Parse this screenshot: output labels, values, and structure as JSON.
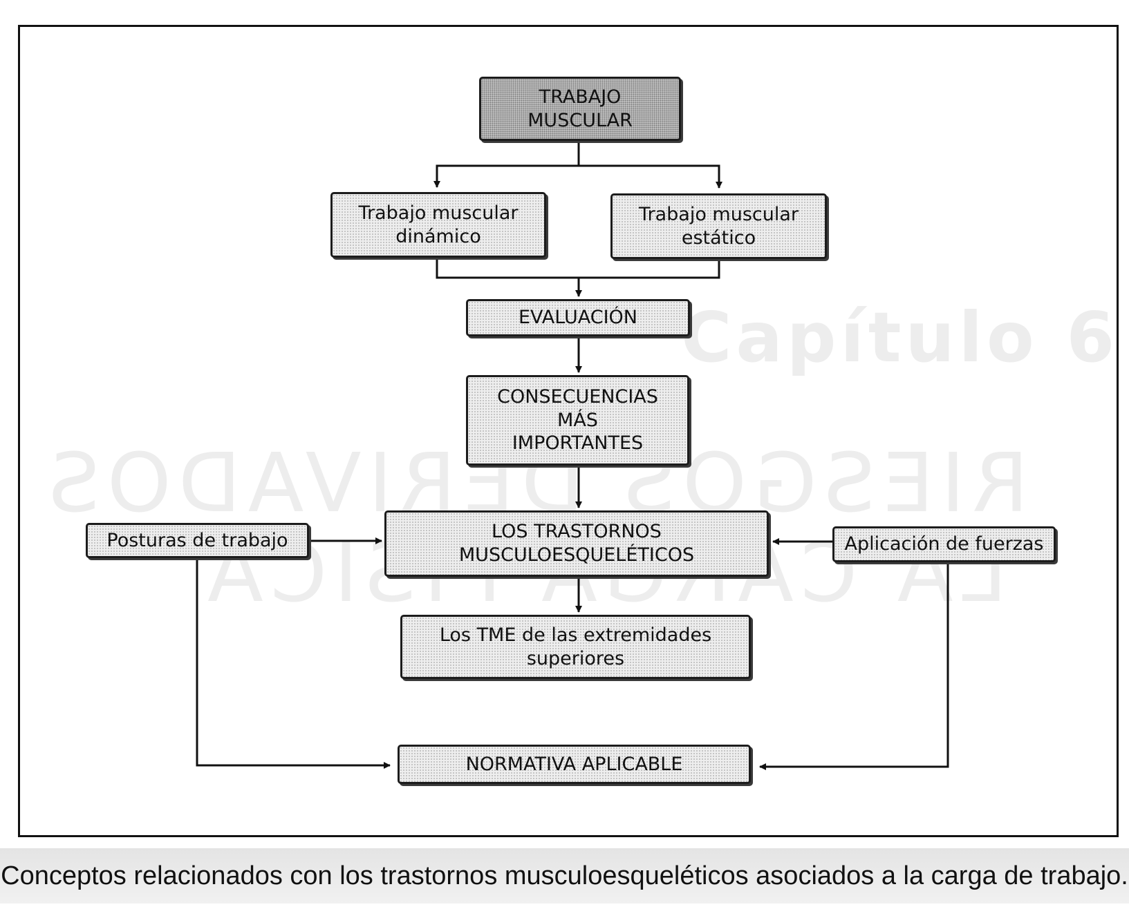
{
  "diagram": {
    "nodes": {
      "trabajo_muscular": "TRABAJO\nMUSCULAR",
      "dinamico": "Trabajo muscular\ndinámico",
      "estatico": "Trabajo muscular\nestático",
      "evaluacion": "EVALUACIÓN",
      "consecuencias": "CONSECUENCIAS\nMÁS\nIMPORTANTES",
      "posturas": "Posturas de trabajo",
      "trastornos": "LOS TRASTORNOS\nMUSCULOESQUELÉTICOS",
      "fuerzas": "Aplicación de fuerzas",
      "tme": "Los TME de las extremidades\nsuperiores",
      "normativa": "NORMATIVA APLICABLE"
    },
    "edges": [
      {
        "from": "trabajo_muscular",
        "to": "dinamico"
      },
      {
        "from": "trabajo_muscular",
        "to": "estatico"
      },
      {
        "from": "dinamico",
        "to": "evaluacion"
      },
      {
        "from": "estatico",
        "to": "evaluacion"
      },
      {
        "from": "evaluacion",
        "to": "consecuencias"
      },
      {
        "from": "consecuencias",
        "to": "trastornos"
      },
      {
        "from": "posturas",
        "to": "trastornos"
      },
      {
        "from": "fuerzas",
        "to": "trastornos"
      },
      {
        "from": "trastornos",
        "to": "tme"
      },
      {
        "from": "posturas",
        "to": "normativa"
      },
      {
        "from": "fuerzas",
        "to": "normativa"
      }
    ]
  },
  "watermark": {
    "title": "Capítulo 6",
    "line1": "RIESGOS DERIVADOS",
    "line2": "LA CARGA FÍSICA"
  },
  "caption": "Conceptos relacionados con los trastornos musculoesqueléticos asociados a la carga de trabajo."
}
